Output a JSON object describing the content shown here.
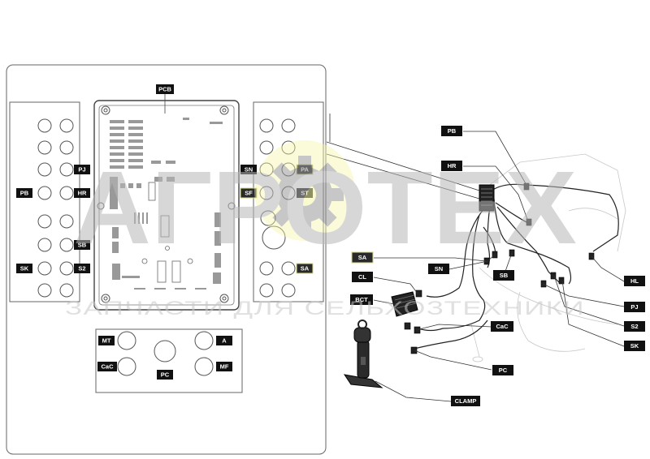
{
  "watermark": {
    "brand": "АГРОТЕХ",
    "tagline": "ЗАПЧАСТИ ДЛЯ СЕЛЬХОЗТЕХНИКИ"
  },
  "pcb": {
    "label": "PCB"
  },
  "left_panel": {
    "labels": {
      "pj": "PJ",
      "pb": "PB",
      "hr": "HR",
      "sb": "SB",
      "sk": "SK",
      "s2": "S2"
    }
  },
  "right_panel": {
    "labels": {
      "sn": "SN",
      "pa": "PA",
      "sf": "SF",
      "st": "ST",
      "sa": "SA"
    }
  },
  "bottom_panel": {
    "labels": {
      "mt": "MT",
      "a": "A",
      "cac": "CaC",
      "pc": "PC",
      "mf": "MF"
    }
  },
  "harness": {
    "labels": {
      "pb": "PB",
      "hr": "HR",
      "sa": "SA",
      "sn": "SN",
      "cl": "CL",
      "sb": "SB",
      "hl": "HL",
      "bct": "BCT",
      "pj": "PJ",
      "cac": "CaC",
      "s2": "S2",
      "sk": "SK",
      "pc": "PC",
      "clamp": "CLAMP"
    }
  }
}
